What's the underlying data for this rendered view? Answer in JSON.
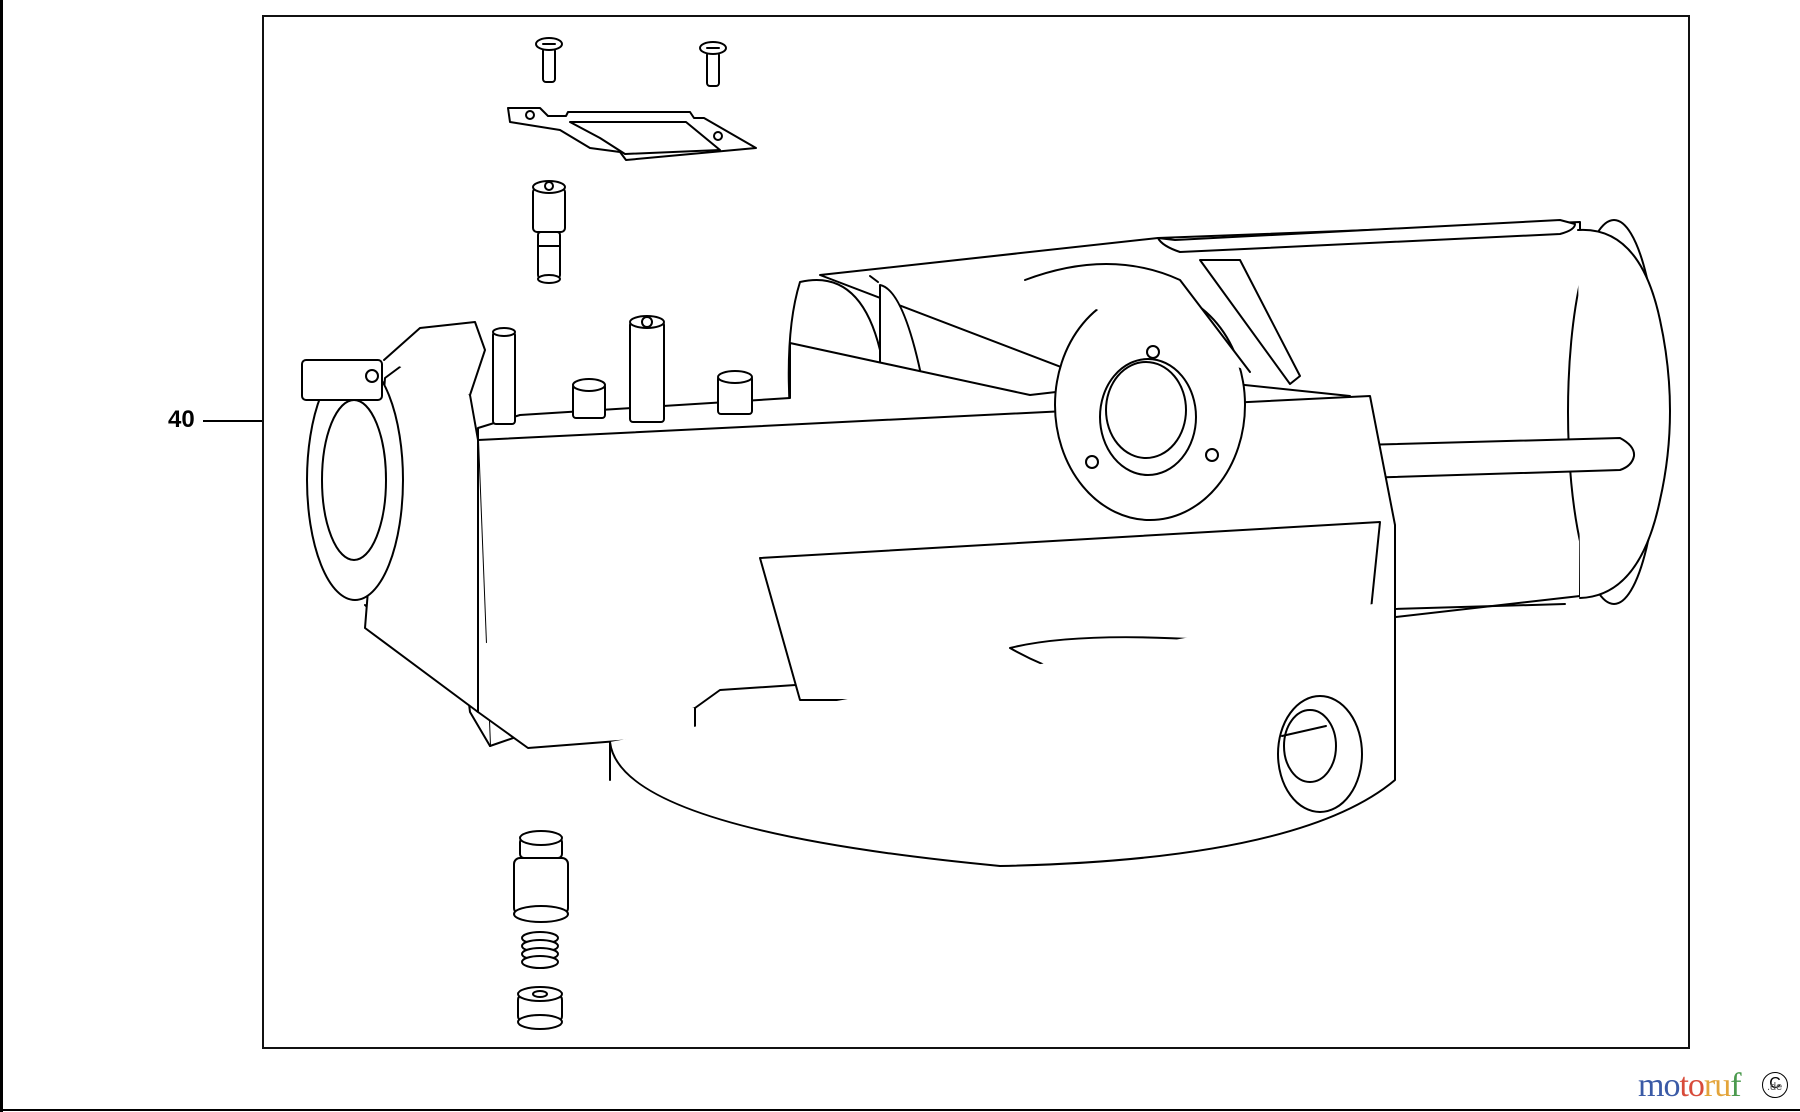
{
  "diagram": {
    "callout": {
      "label": "40"
    },
    "parts": [
      "screw-left",
      "screw-right",
      "gasket-plate",
      "pin-shaft",
      "main-body",
      "eyepiece-housing",
      "objective-barrel",
      "cap-nut",
      "spring",
      "foot-nut"
    ]
  },
  "watermark": {
    "brand_parts": [
      "mo",
      "to",
      "ru",
      "f"
    ],
    "suffix": ".de",
    "circle_letter": "C"
  }
}
